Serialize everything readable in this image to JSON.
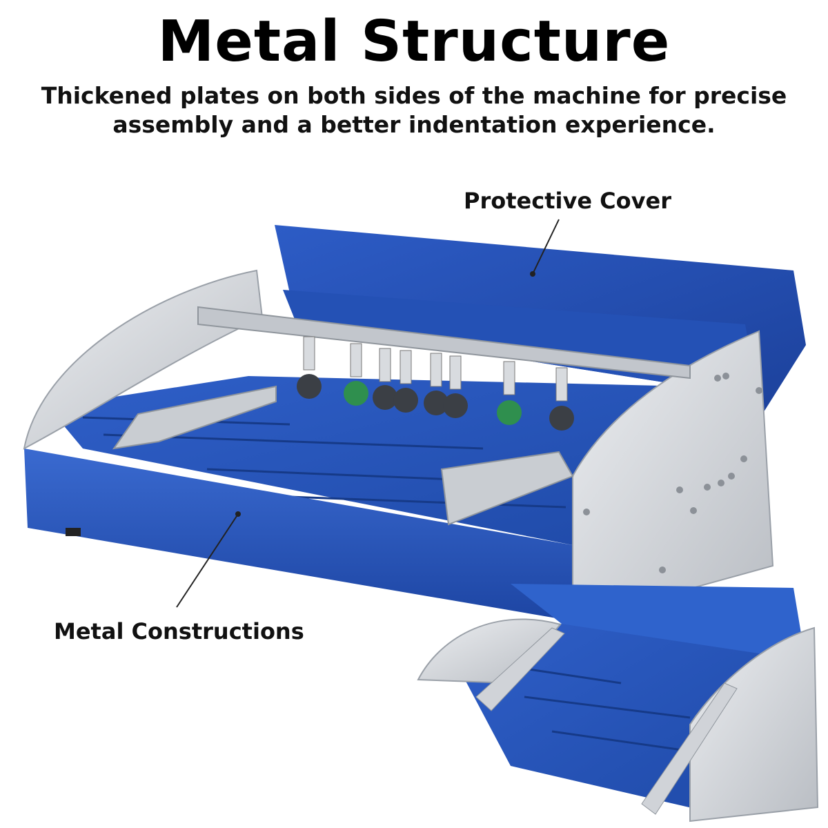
{
  "header": {
    "title": "Metal Structure",
    "subtitle_line1": "Thickened plates on both sides of the machine for precise",
    "subtitle_line2": "assembly and a better indentation experience."
  },
  "callouts": {
    "protective_cover": "Protective Cover",
    "metal_constructions": "Metal Constructions"
  },
  "colors": {
    "machine_blue": "#2a56b8",
    "machine_blue_dark": "#1a3c8f",
    "side_plate_silver": "#d6d8dc",
    "rail_silver": "#bfc3c8"
  }
}
